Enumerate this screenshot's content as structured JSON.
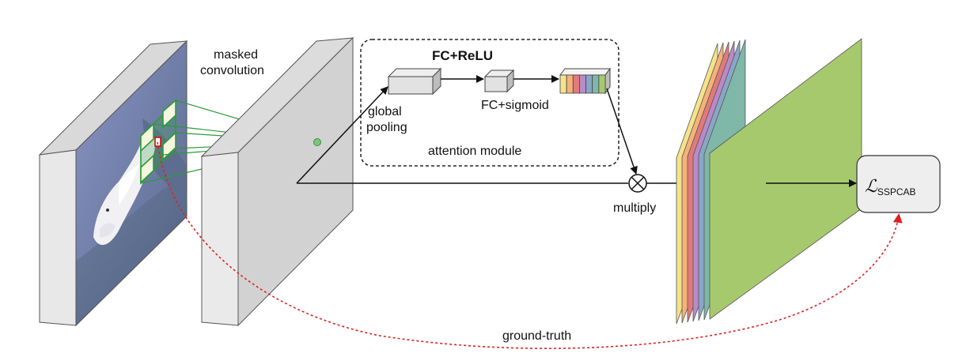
{
  "labels": {
    "masked_line1": "masked",
    "masked_line2": "convolution",
    "fc_relu": "FC+ReLU",
    "global_line1": "global",
    "global_line2": "pooling",
    "fc_sigmoid": "FC+sigmoid",
    "attention_module": "attention module",
    "multiply": "multiply",
    "ground_truth": "ground-truth",
    "loss_symbol": "ℒ",
    "loss_subscript": "SSPCAB"
  },
  "channel_colors": [
    "#f3e38a",
    "#f4b27a",
    "#e27a7a",
    "#b98ac8",
    "#8aa6c6",
    "#7fb7a8",
    "#a7c96e"
  ],
  "icons": {
    "multiply": "circle-times-icon",
    "rabbit": "rabbit-photo"
  },
  "colors": {
    "green_kernel": "#2e9a3a",
    "red_dashed": "#dd2222",
    "block_face": "#e6e6e6",
    "block_side": "#bdbdbd"
  }
}
